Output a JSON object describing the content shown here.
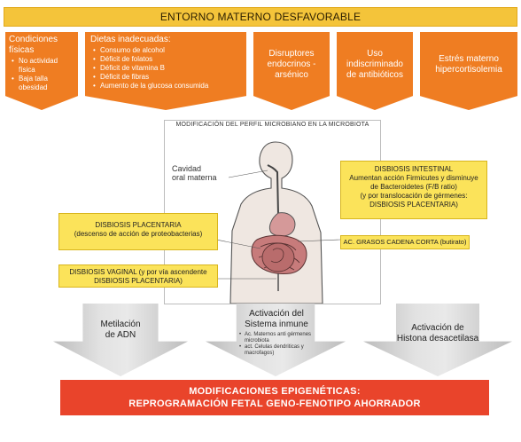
{
  "banner": "ENTORNO MATERNO DESFAVORABLE",
  "factors": [
    {
      "title": "Condiciones físicas",
      "items": [
        "No actividad física",
        "Baja talla obesidad"
      ]
    },
    {
      "title": "Dietas inadecuadas:",
      "items": [
        "Consumo de alcohol",
        "Déficit de folatos",
        "Déficit de vitamina B",
        "Déficit de fibras",
        "Aumento de la glucosa consumida"
      ]
    },
    {
      "title": "Disruptores endocrinos - arsénico"
    },
    {
      "title": "Uso indiscriminado de antibióticos"
    },
    {
      "title": "Estrés materno hipercortisolemia"
    }
  ],
  "panel": {
    "title": "MODIFICACIÓN DEL PERFIL MICROBIANO EN LA MICROBIOTA",
    "oral_label": [
      "Cavidad",
      "oral materna"
    ]
  },
  "boxes": {
    "intestinal": [
      "DISBIOSIS INTESTINAL",
      "Aumentan acción Firmicutes y disminuye",
      "de Bacteroidetes (F/B ratio)",
      "(y por translocación de gérmenes:",
      "DISBIOSIS PLACENTARIA)"
    ],
    "scfa": "AC. GRASOS CADENA CORTA (butirato)",
    "placentaria": [
      "DISBIOSIS PLACENTARIA",
      "(descenso de acción de proteobacterias)"
    ],
    "vaginal": [
      "DISBIOSIS VAGINAL (y por vía ascendente",
      "DISBIOSIS PLACENTARIA)"
    ]
  },
  "mechanisms": [
    {
      "title": [
        "Metilación",
        "de ADN"
      ]
    },
    {
      "title": [
        "Activación del",
        "Sistema inmune"
      ],
      "items": [
        "Ac. Maternos anti gérmenes microbiota",
        "act. Celulas dendriticas y macrofagos)"
      ]
    },
    {
      "title": [
        "Activación de",
        "Histona desacetilasa"
      ]
    }
  ],
  "outcome": [
    "MODIFICACIONES EPIGENÉTICAS:",
    "REPROGRAMACIÓN FETAL GENO-FENOTIPO AHORRADOR"
  ],
  "colors": {
    "banner": "#f4c43a",
    "factor": "#ef7d22",
    "box": "#fbe35a",
    "outcome": "#e9442b",
    "arrow": "#c8c8c8"
  }
}
